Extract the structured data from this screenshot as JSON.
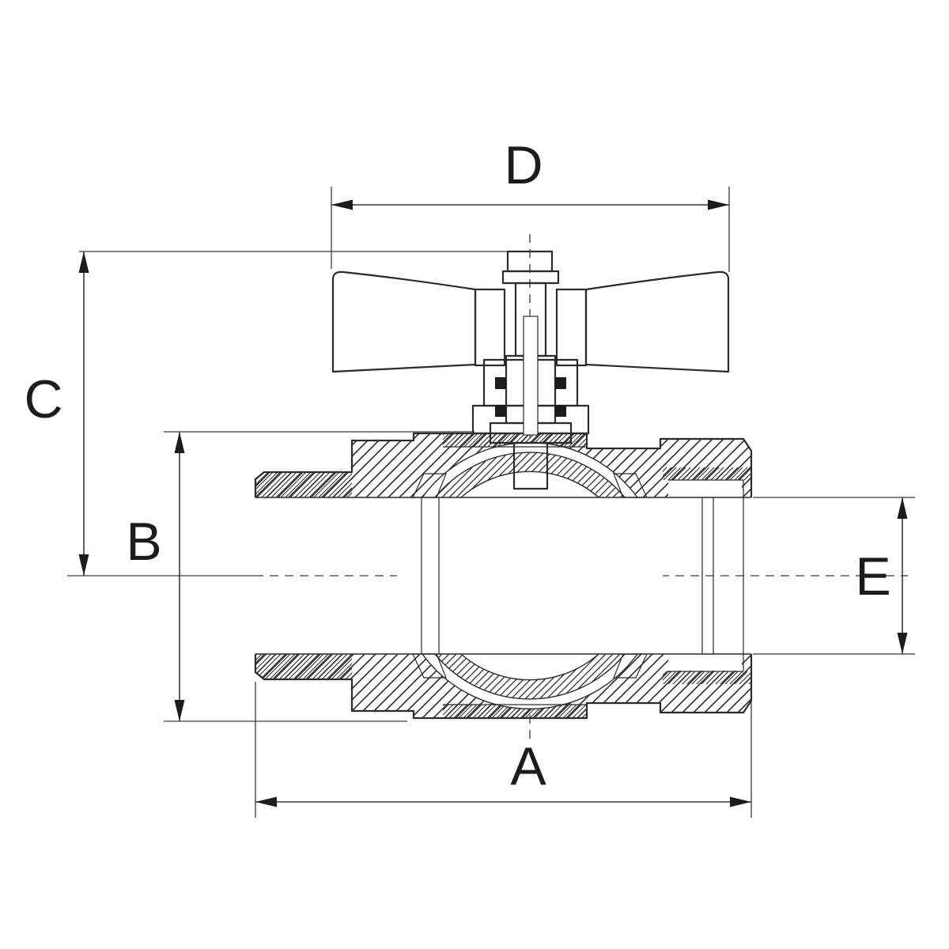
{
  "drawing": {
    "kind": "technical-drawing",
    "subject": "ball-valve-cross-section-with-wing-handle",
    "background_color": "#ffffff",
    "line_color": "#2b2b2b",
    "dimension_line_color": "#3a3a3a",
    "label_color": "#1c1c1c",
    "dimension_labels": [
      {
        "label": "A",
        "orientation": "horizontal",
        "position": "bottom"
      },
      {
        "label": "B",
        "orientation": "vertical",
        "position": "left"
      },
      {
        "label": "C",
        "orientation": "vertical",
        "position": "far-left"
      },
      {
        "label": "D",
        "orientation": "horizontal",
        "position": "top"
      },
      {
        "label": "E",
        "orientation": "vertical",
        "position": "right"
      }
    ]
  }
}
